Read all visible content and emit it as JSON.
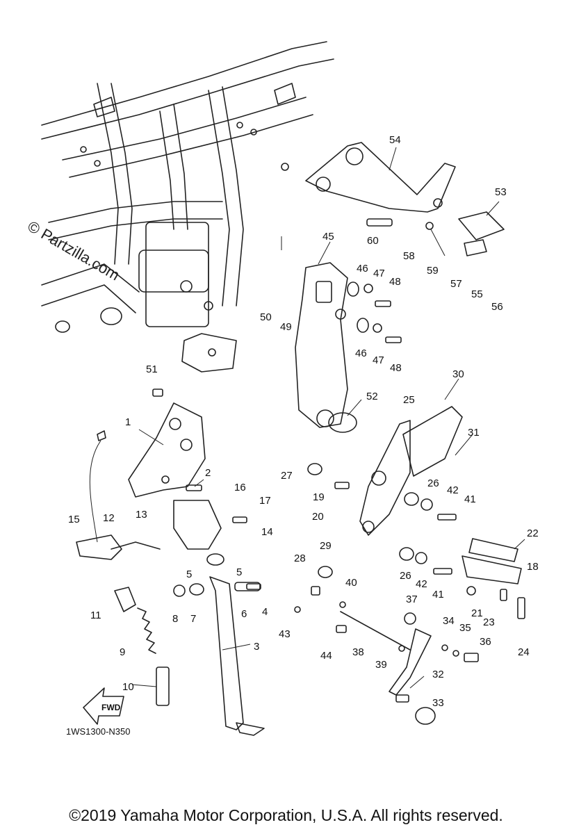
{
  "watermark": "© Partzilla.com",
  "diagram_code": "1WS1300-N350",
  "fwd_label": "FWD",
  "copyright": "©2019  Yamaha Motor Corporation, U.S.A. All rights reserved.",
  "callouts": [
    "1",
    "2",
    "3",
    "4",
    "5",
    "5",
    "6",
    "7",
    "8",
    "9",
    "10",
    "11",
    "12",
    "13",
    "14",
    "15",
    "16",
    "17",
    "18",
    "19",
    "20",
    "21",
    "22",
    "23",
    "24",
    "25",
    "26",
    "26",
    "27",
    "28",
    "29",
    "30",
    "31",
    "32",
    "33",
    "34",
    "35",
    "36",
    "37",
    "38",
    "39",
    "40",
    "41",
    "41",
    "42",
    "42",
    "43",
    "44",
    "45",
    "46",
    "46",
    "47",
    "47",
    "48",
    "48",
    "49",
    "50",
    "51",
    "52",
    "53",
    "54",
    "55",
    "56",
    "57",
    "58",
    "59",
    "60"
  ]
}
